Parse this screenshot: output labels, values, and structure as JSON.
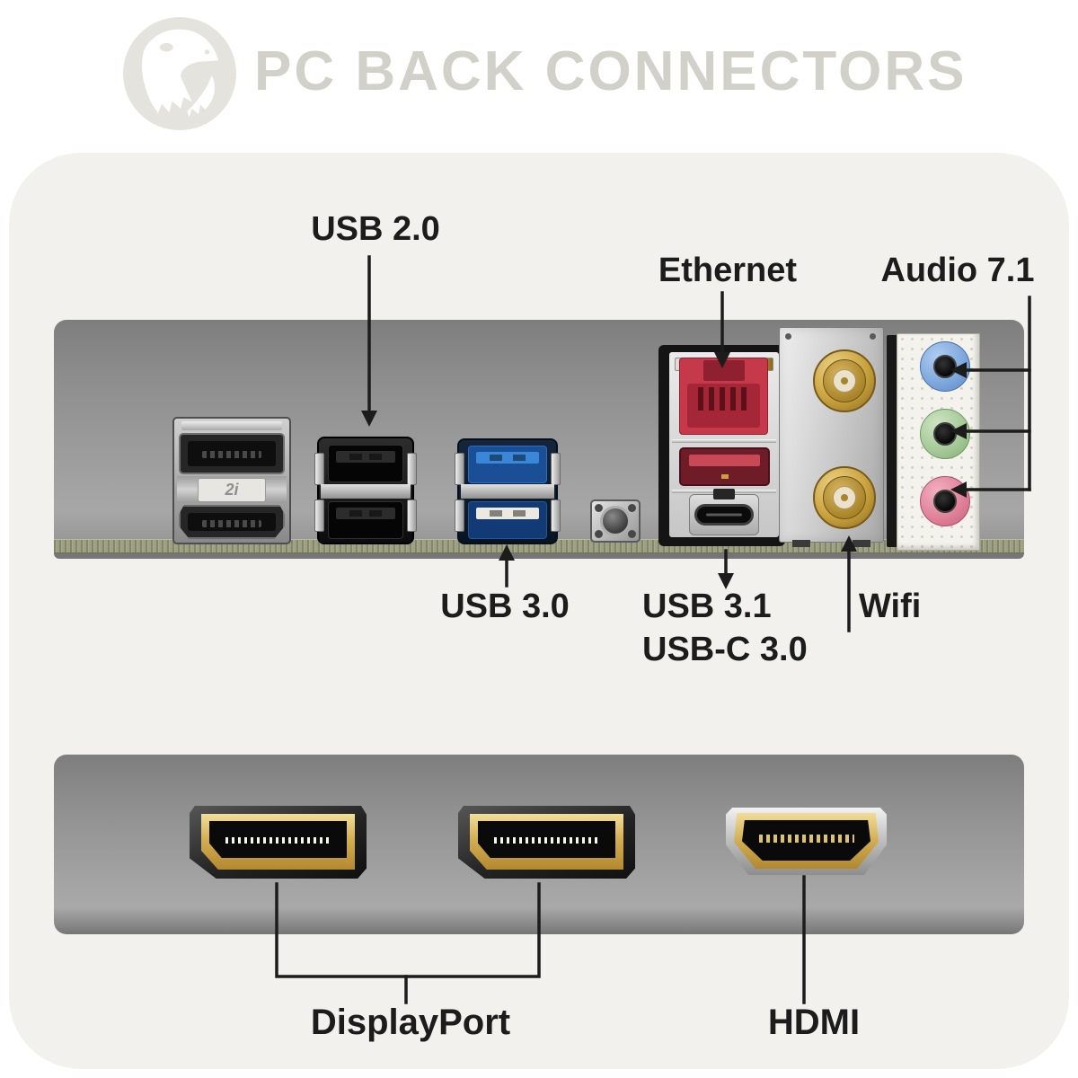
{
  "header": {
    "title": "PC BACK CONNECTORS",
    "logo": "trex-head"
  },
  "top_panel": {
    "labels": {
      "usb2": "USB 2.0",
      "ethernet": "Ethernet",
      "audio": "Audio 7.1",
      "usb30": "USB 3.0",
      "usb31": "USB 3.1",
      "usbc": "USB-C 3.0",
      "wifi": "Wifi"
    },
    "dp_stack_marking": "2i",
    "ports": [
      "displayport-hdmi-stack",
      "usb-2-0-dual-port",
      "usb-3-0-dual-port",
      "clear-cmos-button",
      "ethernet-rj45-port",
      "usb-3-1-type-a-port",
      "usb-c-3-0-port",
      "wifi-antenna-sma-connectors",
      "audio-7-1-jacks"
    ],
    "audio_jacks": [
      "line-in-blue",
      "line-out-green",
      "mic-pink"
    ]
  },
  "bottom_panel": {
    "labels": {
      "displayport": "DisplayPort",
      "hdmi": "HDMI"
    },
    "ports": [
      "displayport-1",
      "displayport-2",
      "hdmi"
    ]
  },
  "colors": {
    "page_bg": "#ffffff",
    "card_bg": "#f2f1ee",
    "panel_gray": "#9e9e9e",
    "pcb_strip_olive": "#9da081",
    "title_text": "#d1d1c9",
    "label_text": "#1c1c1c",
    "annotation_line": "#1c1c1c",
    "usb3_blue": "#3a86d8",
    "ethernet_red": "#c5394a",
    "usb31_red": "#c84856",
    "sma_gold": "#c9a23e",
    "audio_blue": "#7ba6dc",
    "audio_green": "#a3c896",
    "audio_pink": "#df7f97"
  }
}
